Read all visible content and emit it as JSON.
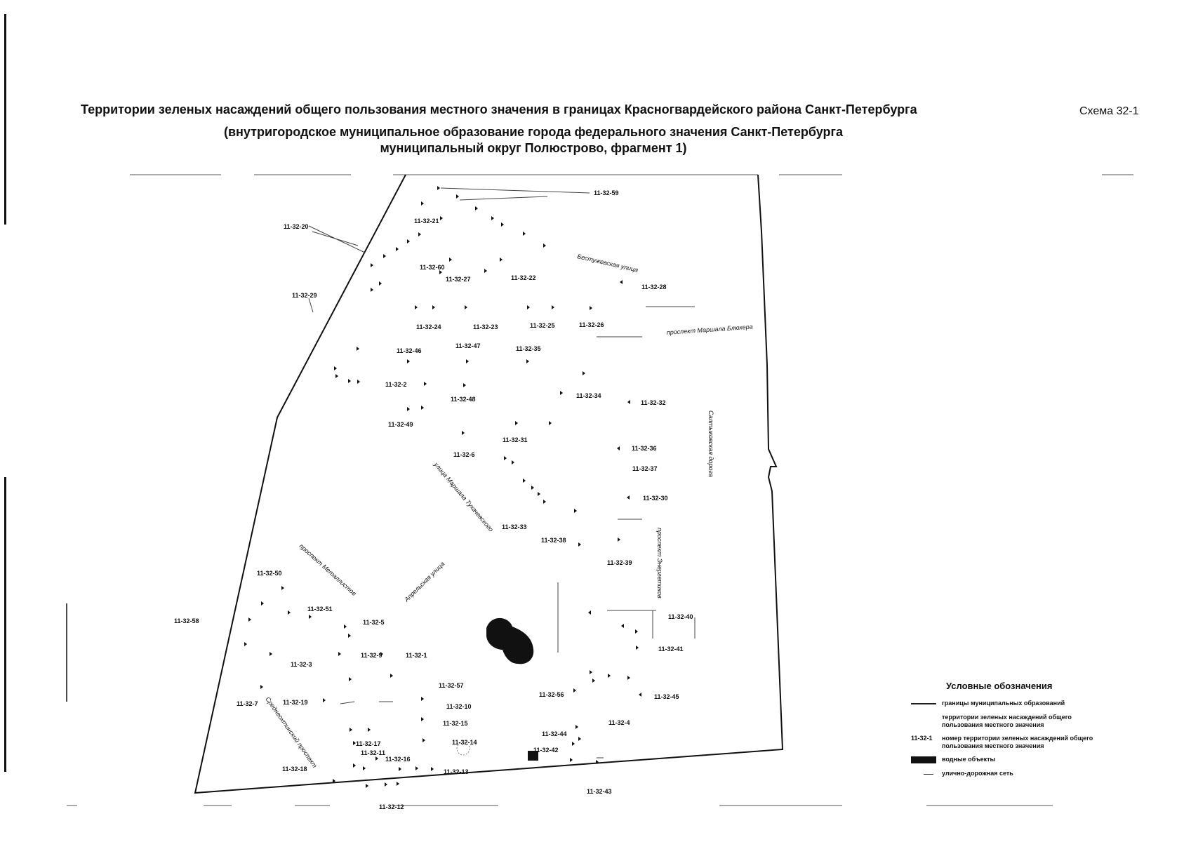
{
  "title": {
    "line1": "Территории зеленых насаждений общего пользования местного значения в границах Красногвардейского района Санкт-Петербурга",
    "line2": "(внутригородское муниципальное образование города федерального значения Санкт-Петербурга",
    "line3": "муниципальный округ Полюстрово, фрагмент 1)"
  },
  "scheme_label": "Схема 32-1",
  "territory_labels": {
    "l59": "11-32-59",
    "l21": "11-32-21",
    "l20": "11-32-20",
    "l60": "11-32-60",
    "l27": "11-32-27",
    "l22": "11-32-22",
    "l28": "11-32-28",
    "l29": "11-32-29",
    "l24": "11-32-24",
    "l23": "11-32-23",
    "l25": "11-32-25",
    "l26": "11-32-26",
    "l46": "11-32-46",
    "l47": "11-32-47",
    "l35": "11-32-35",
    "l2": "11-32-2",
    "l48": "11-32-48",
    "l34": "11-32-34",
    "l32": "11-32-32",
    "l49": "11-32-49",
    "l31": "11-32-31",
    "l6": "11-32-6",
    "l36": "11-32-36",
    "l37": "11-32-37",
    "l30": "11-32-30",
    "l33": "11-32-33",
    "l38": "11-32-38",
    "l39": "11-32-39",
    "l50": "11-32-50",
    "l51": "11-32-51",
    "l5": "11-32-5",
    "l58": "11-32-58",
    "l40": "11-32-40",
    "l41": "11-32-41",
    "l3": "11-32-3",
    "l9": "11-32-9",
    "l1": "11-32-1",
    "l57": "11-32-57",
    "l56": "11-32-56",
    "l45": "11-32-45",
    "l7": "11-32-7",
    "l19": "11-32-19",
    "l10": "11-32-10",
    "l15": "11-32-15",
    "l4": "11-32-4",
    "l44": "11-32-44",
    "l17": "11-32-17",
    "l11": "11-32-11",
    "l14": "11-32-14",
    "l16": "11-32-16",
    "l42": "11-32-42",
    "l18": "11-32-18",
    "l13": "11-32-13",
    "l43": "11-32-43",
    "l12": "11-32-12"
  },
  "streets": {
    "bestuzhevskaya": "Бестужевская улица",
    "blyukhera": "проспект Маршала Блюхера",
    "saltykovskaya": "Салтыковская дорога",
    "tukhachevskogo": "улица Маршала Тухачевского",
    "metallistov": "проспект Металлистов",
    "aprelskaya": "Апрельская улица",
    "energetikov": "проспект Энергетиков",
    "sredneokhtinsky": "Среднеохтинский проспект"
  },
  "legend": {
    "title": "Условные обозначения",
    "boundary": "границы муниципальных образований",
    "green": "территории зеленых насаждений общего пользования местного значения",
    "number_sample": "11-32-1",
    "number": "номер территории зеленых насаждений общего пользования местного значения",
    "water": "водные объекты",
    "roads": "улично-дорожная сеть"
  }
}
